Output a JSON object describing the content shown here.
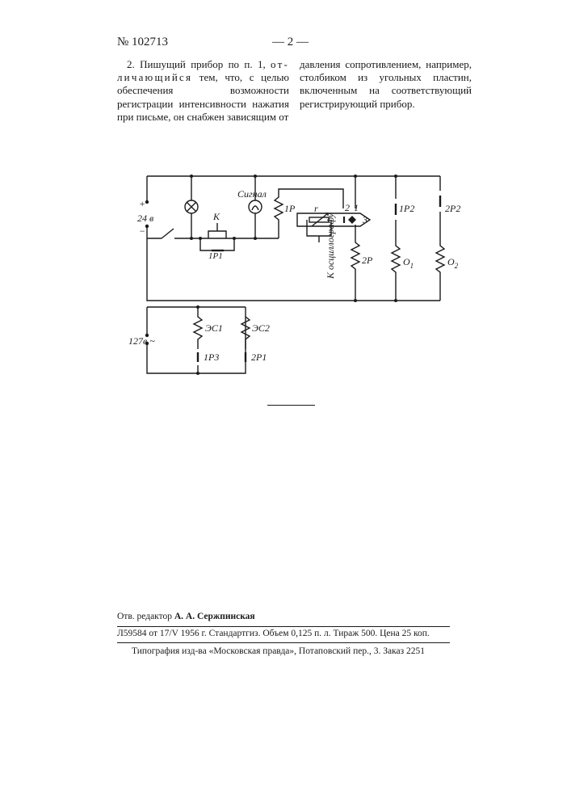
{
  "header": {
    "patent_number": "№ 102713",
    "page_number": "— 2 —"
  },
  "claim": {
    "number_lead": "2. Пишущий прибор по п. 1,",
    "spaced_word_1": "от-",
    "spaced_word_2": "личающийся",
    "left_text": "тем, что, с целью обеспечения возможности регистрации интенсивности нажатия при письме, он снабжен зависящим от",
    "right_text": "давления сопротивлением, например, столбиком из угольных пластин, включенным на соответствующий регистрирующий прибор."
  },
  "diagram": {
    "labels": {
      "supply_dc": "24 в",
      "plus": "+",
      "minus": "−",
      "key": "К",
      "signal": "Сигнал",
      "relay_1p": "1Р",
      "r": "r",
      "contact_2": "2",
      "contact_1": "1",
      "contact_3": "3",
      "contact_1p2": "1Р2",
      "contact_2p2": "2Р2",
      "contact_1p1": "1Р1",
      "oscillograph": "К осциллографу",
      "relay_2p": "2Р",
      "relay_o1": "О",
      "relay_o1_sub": "1",
      "relay_o2": "О",
      "relay_o2_sub": "2",
      "supply_ac": "127в ~",
      "coil_3c1": "ЭС1",
      "coil_3c2": "ЭС2",
      "contact_1p3": "1Р3",
      "contact_2p1": "2Р1"
    }
  },
  "footer": {
    "editor_label": "Отв. редактор",
    "editor_name": "А. А. Сержпинская",
    "imprint": "Л59584 от 17/V 1956 г. Стандартгиз. Объем 0,125 п. л. Тираж 500. Цена 25 коп.",
    "printer": "Типография изд-ва «Московская правда», Потаповский пер., 3. Заказ 2251"
  }
}
